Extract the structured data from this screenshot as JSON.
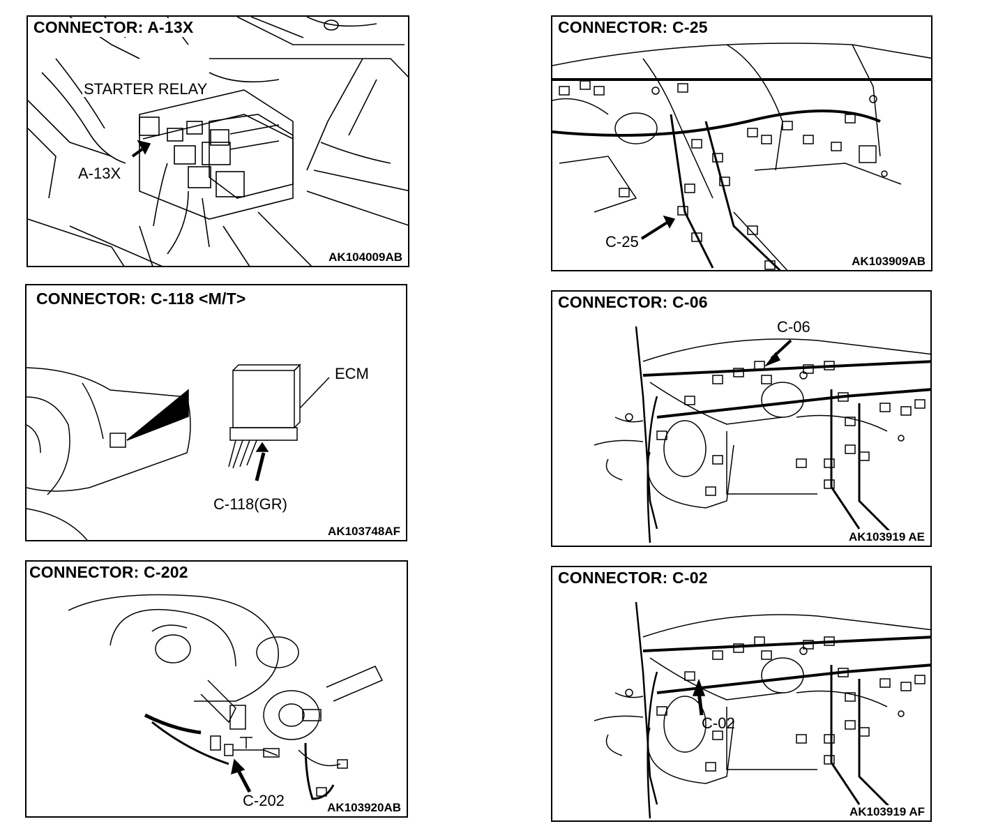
{
  "panels": [
    {
      "title": "CONNECTOR: A-13X",
      "code": "AK104009AB",
      "labels": [
        "STARTER RELAY",
        "A-13X"
      ]
    },
    {
      "title": "CONNECTOR: C-25",
      "code": "AK103909AB",
      "labels": [
        "C-25"
      ]
    },
    {
      "title": "CONNECTOR: C-118 <M/T>",
      "code": "AK103748AF",
      "labels": [
        "ECM",
        "C-118(GR)"
      ]
    },
    {
      "title": "CONNECTOR: C-06",
      "code": "AK103919 AE",
      "labels": [
        "C-06"
      ]
    },
    {
      "title": "CONNECTOR: C-202",
      "code": "AK103920AB",
      "labels": [
        "C-202"
      ]
    },
    {
      "title": "CONNECTOR: C-02",
      "code": "AK103919 AF",
      "labels": [
        "C-02"
      ]
    }
  ]
}
